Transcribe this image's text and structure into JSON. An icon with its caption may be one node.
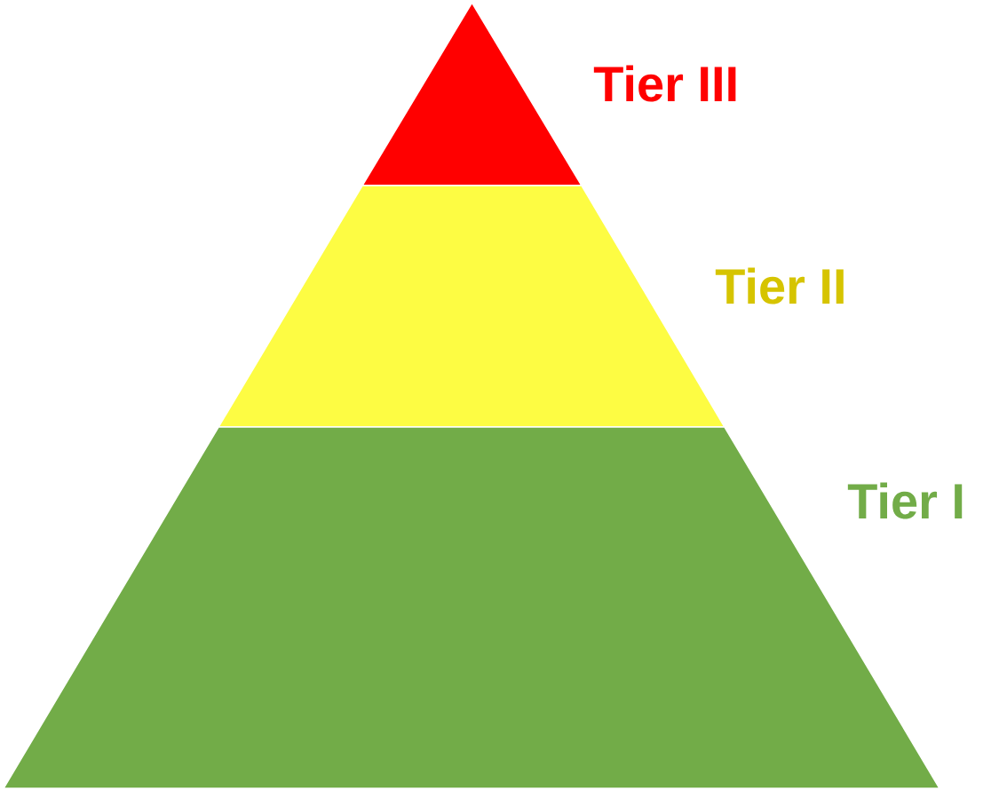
{
  "diagram": {
    "nodes": [
      {
        "text": [],
        "shape": "triangle",
        "beside": [
          "Tier III"
        ]
      },
      {
        "text": [],
        "shape": "trapezoid",
        "beside": [
          "Tier II"
        ]
      },
      {
        "text": [],
        "shape": "trapezoid",
        "beside": [
          "Tier I"
        ]
      }
    ]
  }
}
